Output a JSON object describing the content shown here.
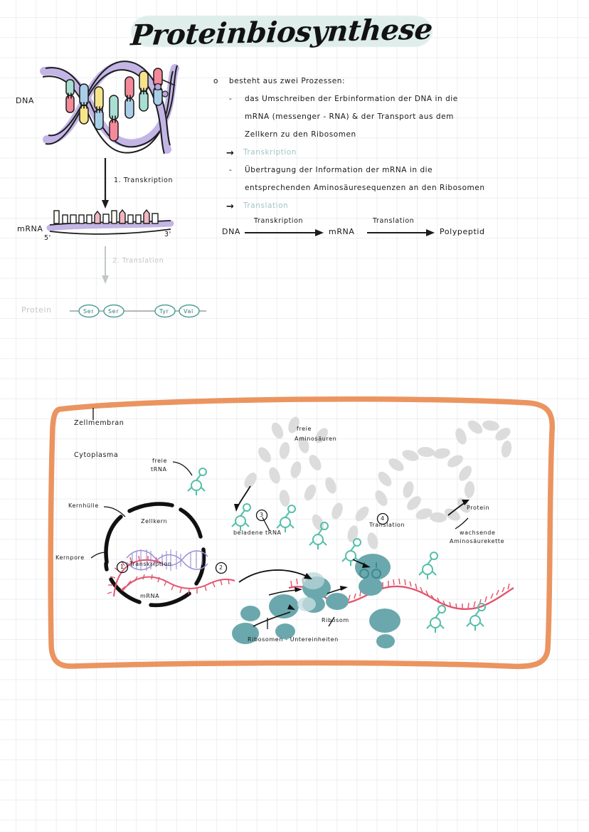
{
  "page": {
    "title": "Proteinbiosynthese",
    "background": "#ffffff",
    "grid_color": "#dfe3e9"
  },
  "colors": {
    "ink": "#17181a",
    "highlight_mint": "#dfeeea",
    "teal_text": "#9cc6c4",
    "grey_text": "#c3c6c9",
    "membrane_orange": "#eb9460",
    "mrna_pink": "#e2566f",
    "dna_purple": "#b6a7dd",
    "ribosome_teal": "#6ba8ad",
    "trna_teal": "#55bfa9",
    "amino_grey": "#dcdcdc",
    "base_red": "#f4899a",
    "base_blue": "#a9cfe8",
    "base_yellow": "#f6e48a",
    "base_mint": "#a9ded3"
  },
  "notes": {
    "bullet_marker": "o",
    "dash_marker": "-",
    "arrow_marker": "→",
    "lines": [
      {
        "marker": "o",
        "text": "besteht aus zwei Prozessen:",
        "indent": 22,
        "style": "ink"
      },
      {
        "marker": "-",
        "text": "das Umschreiben der Erbinformation der DNA in die",
        "indent": 44,
        "style": "ink"
      },
      {
        "marker": "",
        "text": "mRNA (messenger - RNA) & der  Transport aus dem",
        "indent": 44,
        "style": "ink"
      },
      {
        "marker": "",
        "text": "Zellkern zu den Ribosomen",
        "indent": 44,
        "style": "ink"
      },
      {
        "marker": "→",
        "text": "Transkription",
        "indent": 38,
        "style": "teal"
      },
      {
        "marker": "-",
        "text": "Übertragung der Information der mRNA in die",
        "indent": 44,
        "style": "ink"
      },
      {
        "marker": "",
        "text": "entsprechenden Aminosäuresequenzen an den Ribosomen",
        "indent": 44,
        "style": "ink"
      },
      {
        "marker": "→",
        "text": "Translation",
        "indent": 38,
        "style": "teal"
      }
    ]
  },
  "flow": {
    "nodes": [
      "DNA",
      "mRNA",
      "Polypeptid"
    ],
    "arrow_labels": [
      "Transkription",
      "Translation"
    ]
  },
  "left_diagram": {
    "dna_label": "DNA",
    "step1_label": "1. Transkription",
    "mrna_label": "mRNA",
    "mrna_five_prime": "5'",
    "mrna_three_prime": "3'",
    "step2_label": "2. Translation",
    "protein_label": "Protein",
    "amino_acids": [
      "Ser",
      "Ser",
      "Tyr",
      "Val"
    ]
  },
  "cell_diagram": {
    "labels": {
      "membrane": "Zellmembran",
      "cytoplasm": "Cytoplasma",
      "nuclear_envelope": "Kernhülle",
      "nucleus": "Zellkern",
      "nuclear_pore": "Kernpore",
      "transcription": "Transkription",
      "mrna": "mRNA",
      "free_trna": "freie\ntRNA",
      "free_trna_l1": "freie",
      "free_trna_l2": "tRNA",
      "loaded_trna": "beladene tRNA",
      "free_amino_l1": "freie",
      "free_amino_l2": "Aminosäuren",
      "translation": "Translation",
      "ribosome": "Ribosom",
      "ribosome_subunits": "Ribosomen - Untereinheiten",
      "protein": "Protein",
      "growing_chain_l1": "wachsende",
      "growing_chain_l2": "Aminosäurekette"
    },
    "step_numbers": [
      "1",
      "2",
      "3",
      "4"
    ]
  }
}
